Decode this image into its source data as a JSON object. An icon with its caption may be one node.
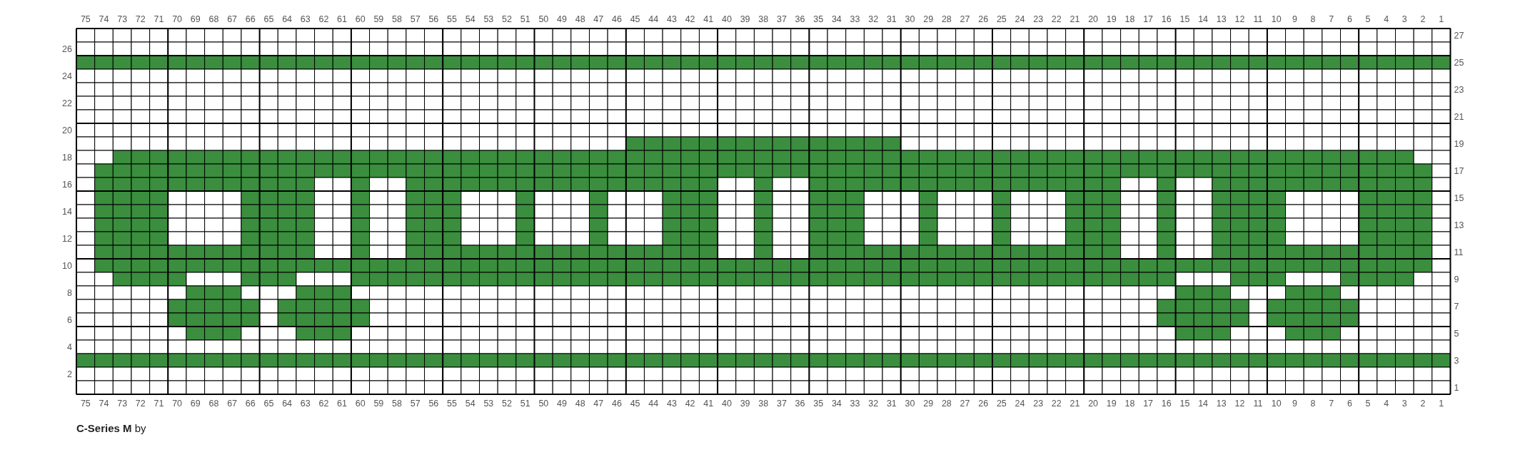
{
  "diagram": {
    "title": "**C-Series M** by",
    "labels": [
      "75",
      "74",
      "73",
      "72",
      "71",
      "70",
      "69",
      "68",
      "67",
      "66",
      "65",
      "64",
      "63",
      "62",
      "61",
      "60",
      "59",
      "58",
      "57",
      "56",
      "55",
      "54",
      "53",
      "52",
      "51",
      "50",
      "49",
      "48",
      "47",
      "46",
      "45",
      "44",
      "43",
      "42",
      "41",
      "40",
      "39",
      "38",
      "37",
      "36",
      "35",
      "34",
      "33",
      "32",
      "31",
      "30",
      "29",
      "28",
      "27",
      "26",
      "25",
      "24",
      "23",
      "22",
      "21",
      "20",
      "19",
      "18",
      "17",
      "16",
      "15",
      "14",
      "13",
      "12",
      "11",
      "10",
      "9",
      "8",
      "7",
      "6",
      "5",
      "4",
      "3",
      "2",
      "1",
      "27",
      "26",
      "25",
      "24",
      "23",
      "22",
      "21",
      "20",
      "19",
      "18",
      "17",
      "16",
      "15",
      "14",
      "13",
      "12",
      "11",
      "10",
      "9",
      "8",
      "7",
      "6",
      "5",
      "4",
      "3",
      "2",
      "1",
      "75",
      "74",
      "73",
      "72",
      "71",
      "70",
      "69",
      "68",
      "67",
      "66",
      "65",
      "64",
      "63",
      "62",
      "61",
      "60",
      "59",
      "58",
      "57",
      "56",
      "55",
      "54",
      "53",
      "52",
      "51",
      "50",
      "49",
      "48",
      "47",
      "46",
      "45",
      "44",
      "43",
      "42",
      "41",
      "40",
      "39",
      "38",
      "37",
      "36",
      "35",
      "34",
      "33",
      "32",
      "31",
      "30",
      "29",
      "28",
      "27",
      "26",
      "25",
      "24",
      "23",
      "22",
      "21",
      "20",
      "19",
      "18",
      "17",
      "16",
      "15",
      "14",
      "13",
      "12",
      "11",
      "10",
      "9",
      "8",
      "7",
      "6",
      "5",
      "4",
      "3",
      "2",
      "1"
    ]
  }
}
